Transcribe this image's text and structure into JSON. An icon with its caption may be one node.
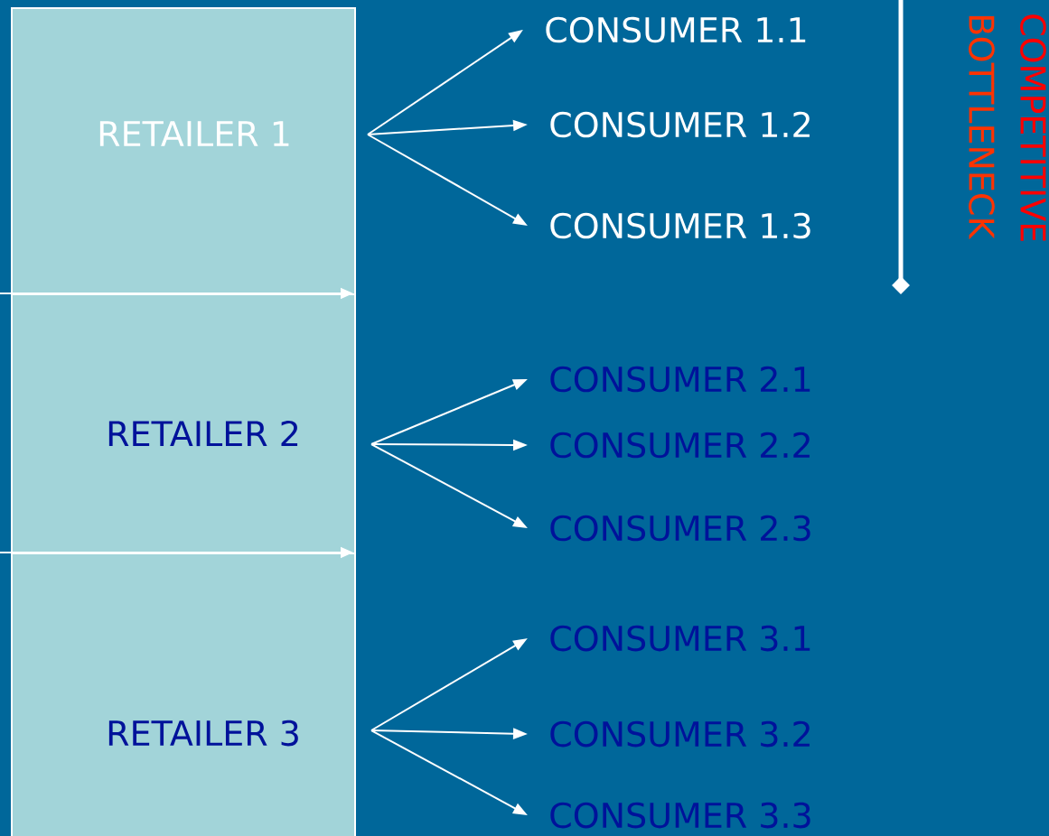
{
  "diagram": {
    "nodes": [
      {
        "text": [
          "RETAILER 1"
        ]
      },
      {
        "text": [
          "RETAILER 2"
        ]
      },
      {
        "text": [
          "RETAILER 3"
        ]
      },
      {
        "text": [
          "CONSUMER 1.1"
        ]
      },
      {
        "text": [
          "CONSUMER 1.2"
        ]
      },
      {
        "text": [
          "CONSUMER 1.3"
        ]
      },
      {
        "text": [
          "CONSUMER 2.1"
        ]
      },
      {
        "text": [
          "CONSUMER 2.2"
        ]
      },
      {
        "text": [
          "CONSUMER 2.3"
        ]
      },
      {
        "text": [
          "CONSUMER 3.1"
        ]
      },
      {
        "text": [
          "CONSUMER 3.2"
        ]
      },
      {
        "text": [
          "CONSUMER 3.3"
        ]
      }
    ],
    "edges": [
      {
        "from": 0,
        "to": 3,
        "arrow": "to"
      },
      {
        "from": 0,
        "to": 4,
        "arrow": "to"
      },
      {
        "from": 0,
        "to": 5,
        "arrow": "to"
      },
      {
        "from": 1,
        "to": 6,
        "arrow": "to"
      },
      {
        "from": 1,
        "to": 7,
        "arrow": "to"
      },
      {
        "from": 1,
        "to": 8,
        "arrow": "to"
      },
      {
        "from": 2,
        "to": 9,
        "arrow": "to"
      },
      {
        "from": 2,
        "to": 10,
        "arrow": "to"
      },
      {
        "from": 2,
        "to": 11,
        "arrow": "to"
      }
    ],
    "labels": [
      "COMPETITIVE",
      "BOTTLENECK"
    ]
  }
}
